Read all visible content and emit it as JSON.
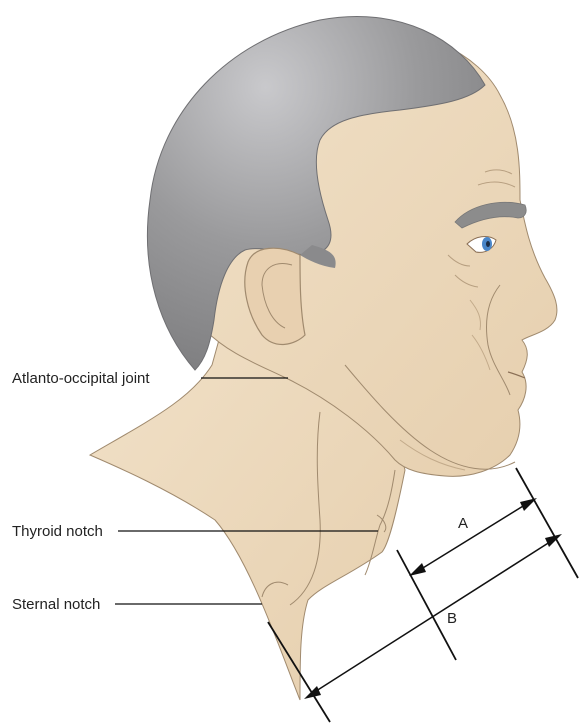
{
  "labels": {
    "atlanto_occipital": "Atlanto-occipital joint",
    "thyroid_notch": "Thyroid notch",
    "sternal_notch": "Sternal notch"
  },
  "measurements": {
    "a": "A",
    "b": "B"
  },
  "colors": {
    "skin": "#ecd9bd",
    "skin_shadow": "#dcc2a1",
    "outline": "#a08a6e",
    "hair": "#8a8a8c",
    "eyebrow": "#8c8c8c",
    "iris": "#4a86c8",
    "line": "#111111"
  }
}
